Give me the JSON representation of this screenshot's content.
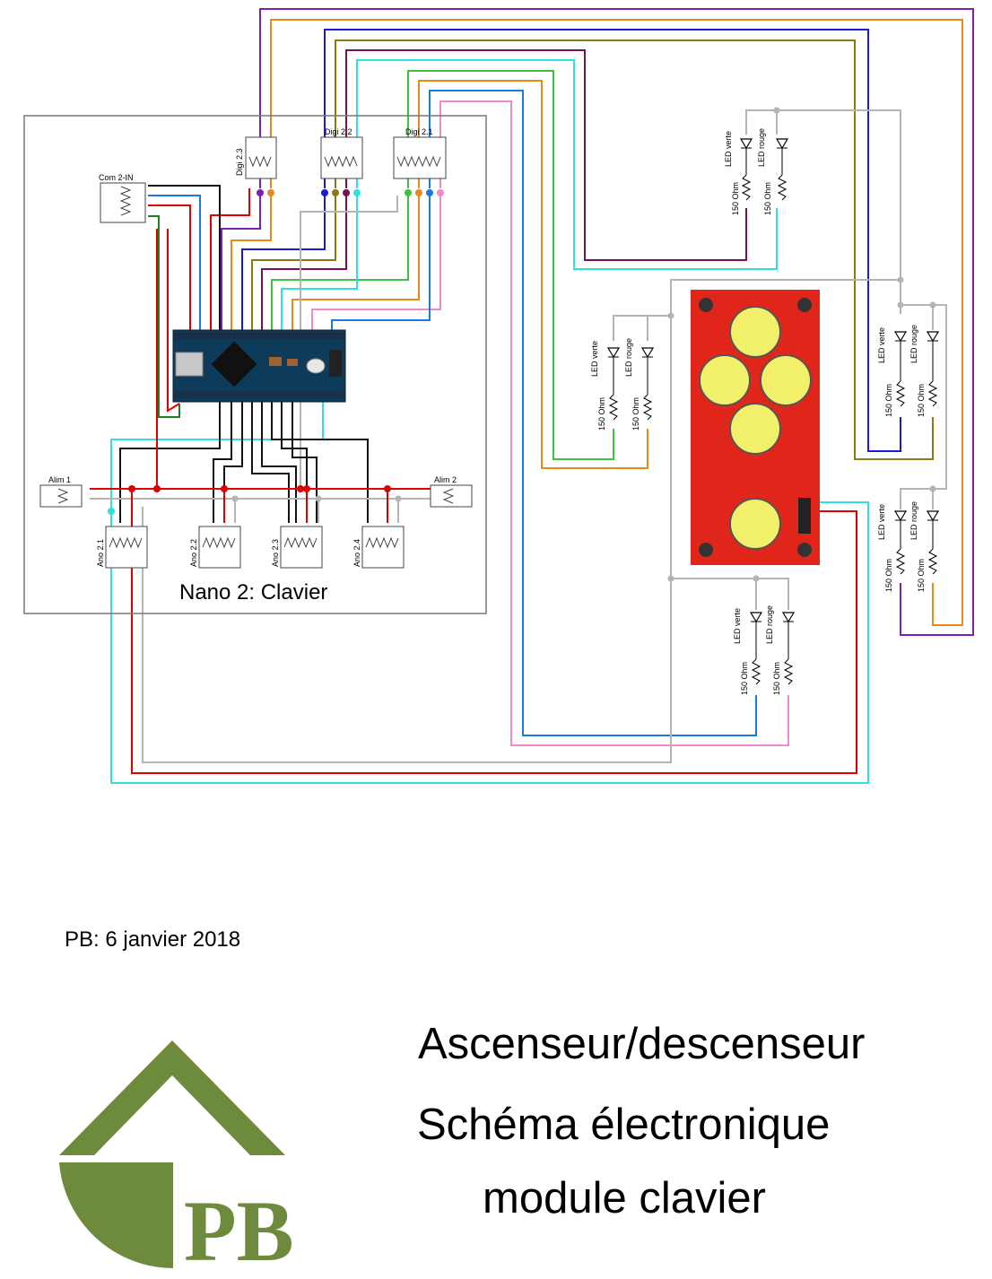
{
  "frame": {
    "caption": "Nano 2: Clavier"
  },
  "connectors": {
    "digi_23": "Digi 2.3",
    "digi_22": "Digi 2.2",
    "digi_21": "Digi 2.1",
    "com": "Com 2-IN",
    "alim1": "Alim 1",
    "alim2": "Alim 2",
    "ano21": "Ano 2.1",
    "ano22": "Ano 2.2",
    "ano23": "Ano 2.3",
    "ano24": "Ano 2.4"
  },
  "components": {
    "led_green": "LED verte",
    "led_red": "LED rouge",
    "resistor": "150 Ohm"
  },
  "footer": {
    "date": "PB: 6 janvier 2018",
    "title_line1": "Ascenseur/descenseur",
    "title_line2": "Schéma électronique",
    "title_line3": "module clavier",
    "logo_text": "PB"
  },
  "colors": {
    "logo_green": "#6e8b3d",
    "board_red": "#e0251b",
    "button_yellow": "#f2ef6b",
    "wire_red": "#e00000",
    "wire_purple": "#7a1fb8",
    "wire_orange": "#e88a1a",
    "wire_blue": "#1a1adc",
    "wire_olive": "#8a7a10",
    "wire_maroon": "#7a1050",
    "wire_cyan": "#2ee0e0",
    "wire_green": "#40c040",
    "wire_azure": "#1a7ae0",
    "wire_pink": "#f08ac8",
    "wire_gray": "#b4b4b4",
    "wire_black": "#111111",
    "wire_darkgreen": "#208020"
  }
}
